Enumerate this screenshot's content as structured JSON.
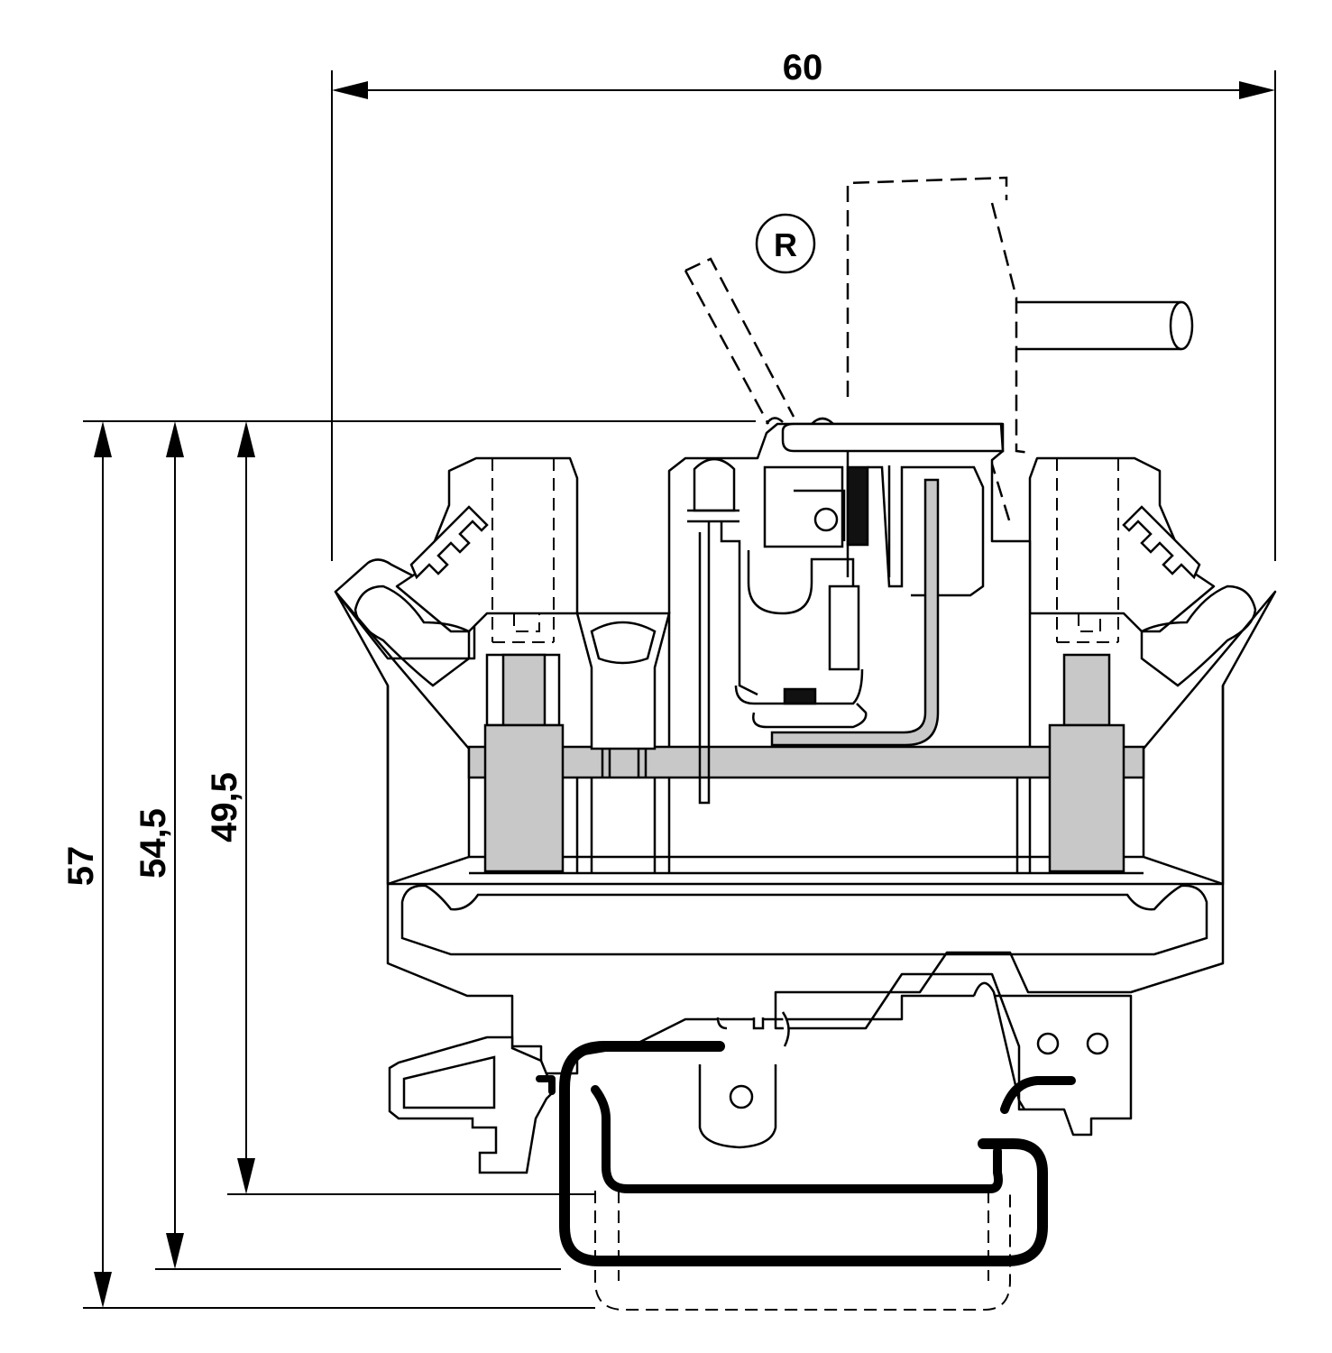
{
  "dimensions": {
    "width_label": "60",
    "height_total": "57",
    "height_mid": "54,5",
    "height_inner": "49,5"
  },
  "mark": {
    "registered": "R"
  },
  "colors": {
    "line": "#000000",
    "fill_grey": "#c8c8c8",
    "fill_dark": "#111111"
  }
}
